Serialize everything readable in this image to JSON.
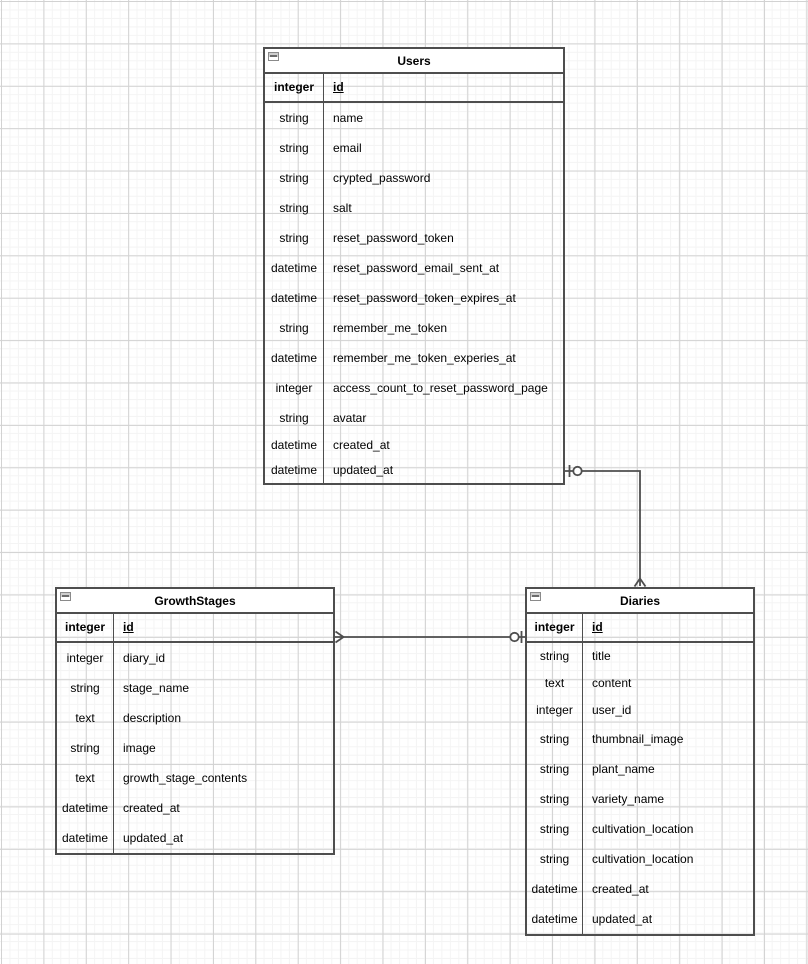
{
  "canvas": {
    "background_color": "#ffffff",
    "grid_minor_color": "#f4f4f4",
    "grid_major_color": "#d2d2d2",
    "shape_border_color": "#4e4e4e"
  },
  "icons": {
    "collapse_button": "minus-square"
  },
  "entities": [
    {
      "id": "users",
      "title": "Users",
      "key": {
        "type": "integer",
        "name": "id"
      },
      "fields": [
        {
          "type": "string",
          "name": "name"
        },
        {
          "type": "string",
          "name": "email"
        },
        {
          "type": "string",
          "name": "crypted_password"
        },
        {
          "type": "string",
          "name": "salt"
        },
        {
          "type": "string",
          "name": "reset_password_token"
        },
        {
          "type": "datetime",
          "name": "reset_password_email_sent_at"
        },
        {
          "type": "datetime",
          "name": "reset_password_token_expires_at"
        },
        {
          "type": "string",
          "name": "remember_me_token"
        },
        {
          "type": "datetime",
          "name": "remember_me_token_experies_at"
        },
        {
          "type": "integer",
          "name": "access_count_to_reset_password_page"
        },
        {
          "type": "string",
          "name": "avatar"
        },
        {
          "type": "datetime",
          "name": "created_at"
        },
        {
          "type": "datetime",
          "name": "updated_at"
        }
      ]
    },
    {
      "id": "growthstages",
      "title": "GrowthStages",
      "key": {
        "type": "integer",
        "name": "id"
      },
      "fields": [
        {
          "type": "integer",
          "name": "diary_id"
        },
        {
          "type": "string",
          "name": "stage_name"
        },
        {
          "type": "text",
          "name": "description"
        },
        {
          "type": "string",
          "name": "image"
        },
        {
          "type": "text",
          "name": "growth_stage_contents"
        },
        {
          "type": "datetime",
          "name": "created_at"
        },
        {
          "type": "datetime",
          "name": "updated_at"
        }
      ]
    },
    {
      "id": "diaries",
      "title": "Diaries",
      "key": {
        "type": "integer",
        "name": "id"
      },
      "fields": [
        {
          "type": "string",
          "name": "title"
        },
        {
          "type": "text",
          "name": "content"
        },
        {
          "type": "integer",
          "name": "user_id"
        },
        {
          "type": "string",
          "name": "thumbnail_image"
        },
        {
          "type": "string",
          "name": "plant_name"
        },
        {
          "type": "string",
          "name": "variety_name"
        },
        {
          "type": "string",
          "name": "cultivation_location"
        },
        {
          "type": "string",
          "name": "cultivation_location"
        },
        {
          "type": "datetime",
          "name": "created_at"
        },
        {
          "type": "datetime",
          "name": "updated_at"
        }
      ]
    }
  ],
  "relationships": [
    {
      "from": "Users",
      "to": "Diaries",
      "from_cardinality": "zero-or-one",
      "to_cardinality": "many"
    },
    {
      "from": "GrowthStages",
      "to": "Diaries",
      "from_cardinality": "many",
      "to_cardinality": "zero-or-one"
    }
  ]
}
